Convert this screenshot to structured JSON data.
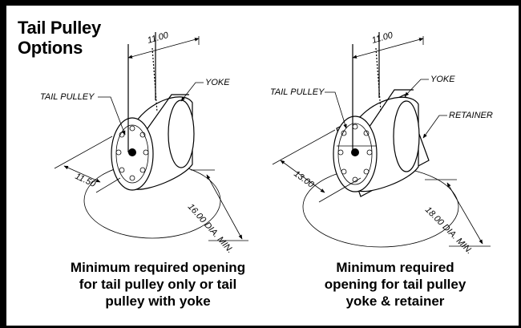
{
  "title": "Tail Pulley\nOptions",
  "left": {
    "dim_top": "11.00",
    "label_pulley": "TAIL PULLEY",
    "label_yoke": "YOKE",
    "dim_side": "11.50",
    "dim_opening": "16.00 DIA. MIN.",
    "caption": "Minimum required opening\nfor tail pulley only or tail\npulley with yoke"
  },
  "right": {
    "dim_top": "11.00",
    "label_pulley": "TAIL PULLEY",
    "label_yoke": "YOKE",
    "label_retainer": "RETAINER",
    "dim_side": "13.00",
    "dim_opening": "18.00 DIA. MIN.",
    "caption": "Minimum required\nopening for tail pulley\nyoke & retainer"
  }
}
